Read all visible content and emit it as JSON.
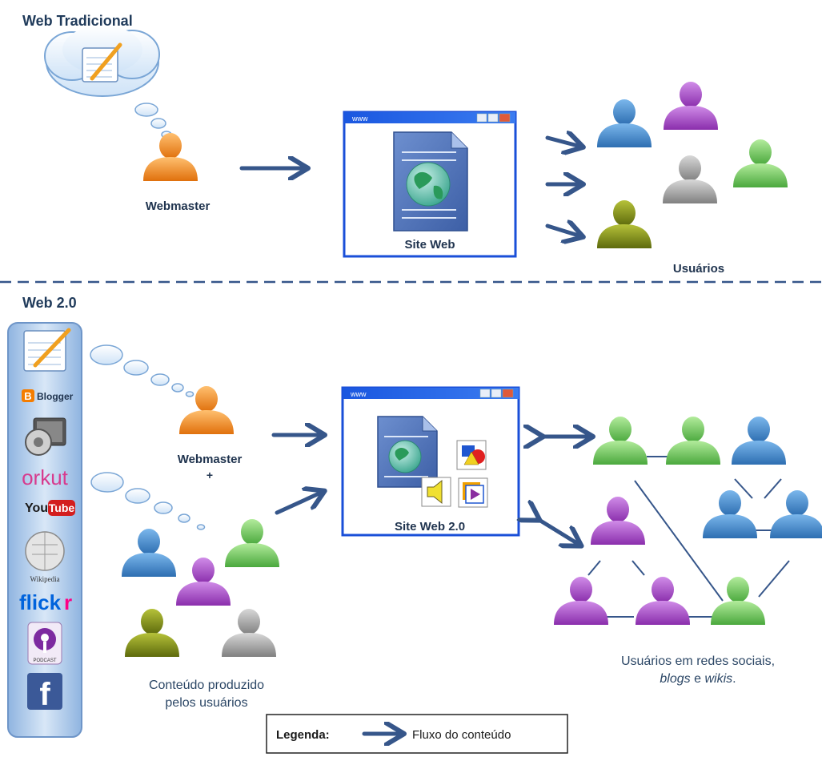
{
  "sections": {
    "top_title": "Web Tradicional",
    "bottom_title": "Web 2.0"
  },
  "top": {
    "webmaster_label": "Webmaster",
    "site_label": "Site Web",
    "users_label": "Usuários",
    "window_title": "www"
  },
  "bottom": {
    "webmaster_label": "Webmaster",
    "plus": "+",
    "site_label": "Site Web 2.0",
    "window_title": "www",
    "content_caption_line1": "Conteúdo produzido",
    "content_caption_line2": "pelos usuários",
    "networks_caption_line1": "Usuários em redes sociais,",
    "networks_caption_line2_part1": "blogs",
    "networks_caption_line2_part2": " e ",
    "networks_caption_line2_part3": "wikis",
    "networks_caption_line2_part4": "."
  },
  "sidebar": {
    "items": [
      "notepad-icon",
      "blogger-logo",
      "media-icon",
      "orkut-logo",
      "youtube-logo",
      "wikipedia-logo",
      "flickr-logo",
      "podcast-icon",
      "facebook-logo"
    ],
    "blogger_text": "Blogger",
    "orkut_text": "orkut",
    "youtube_you": "You",
    "youtube_tube": "Tube",
    "wikipedia_text": "Wikipedia",
    "flickr_text": "flickr",
    "podcast_text": "PODCAST",
    "facebook_text": "f"
  },
  "legend": {
    "title": "Legenda:",
    "item": "Fluxo do conteúdo"
  },
  "colors": {
    "arrow": "#36568a",
    "title": "#1f3a5a",
    "blue_user": "#3f86c9",
    "purple_user": "#a34bc4",
    "gray_user": "#9a9a9a",
    "green_user": "#6cc35a",
    "olive_user": "#7c8c14",
    "orange_user": "#f08a1c",
    "window_border": "#1a4fd8"
  }
}
